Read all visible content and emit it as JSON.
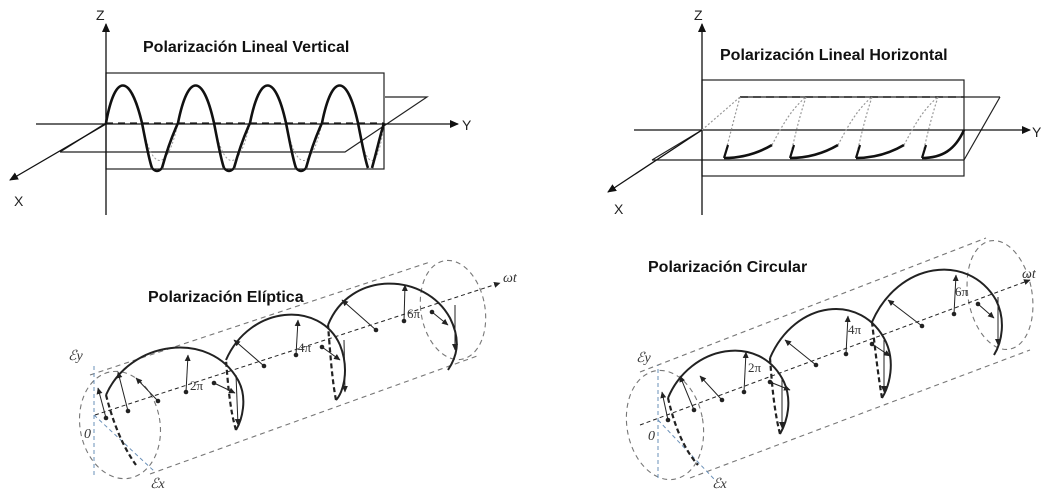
{
  "panels": {
    "vertical": {
      "title": "Polarización Lineal Vertical",
      "axis_z": "Z",
      "axis_y": "Y",
      "axis_x": "X"
    },
    "horizontal": {
      "title": "Polarización Lineal Horizontal",
      "axis_z": "Z",
      "axis_y": "Y",
      "axis_x": "X"
    },
    "elliptic": {
      "title": "Polarización Elíptica",
      "axis_ey": "ℰy",
      "axis_ex": "ℰx",
      "axis_wt": "ωt",
      "origin": "0",
      "pi_labels": [
        "2π",
        "4π",
        "6π"
      ]
    },
    "circular": {
      "title": "Polarización Circular",
      "axis_ey": "ℰy",
      "axis_ex": "ℰx",
      "axis_wt": "ωt",
      "origin": "0",
      "pi_labels": [
        "2π",
        "4π",
        "6π"
      ]
    }
  },
  "colors": {
    "ink": "#111111",
    "faint": "#888888",
    "blue": "#6a90b8"
  }
}
